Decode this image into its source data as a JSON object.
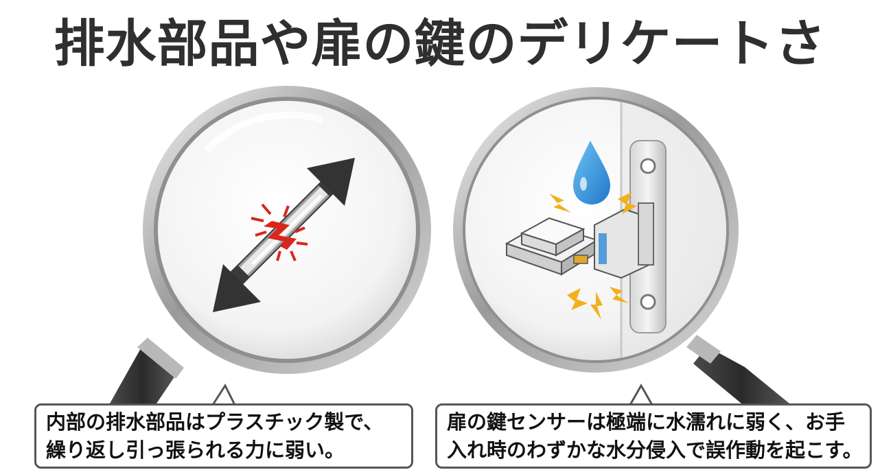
{
  "title": "排水部品や扉の鍵のデリケートさ",
  "callouts": {
    "left": {
      "line1": "内部の排水部品はプラスチック製で、",
      "line2": "繰り返し引っ張られる力に弱い。"
    },
    "right": {
      "line1": "扉の鍵センサーは極端に水濡れに弱く、お手",
      "line2": "入れ時のわずかな水分侵入で誤作動を起こす。"
    }
  },
  "illustrations": {
    "left": [
      "magnifying-glass",
      "double-headed-arrow",
      "plastic-rod",
      "crack-burst"
    ],
    "right": [
      "magnifying-glass",
      "water-drop",
      "door-lock-sensor",
      "lightning-sparks",
      "door-latch-plate"
    ]
  },
  "colors": {
    "title": "#2f2f2f",
    "crack": "#d9261c",
    "water": "#2e8fd8",
    "spark": "#f2b01e",
    "lens_rim": "#9a9a9a"
  }
}
